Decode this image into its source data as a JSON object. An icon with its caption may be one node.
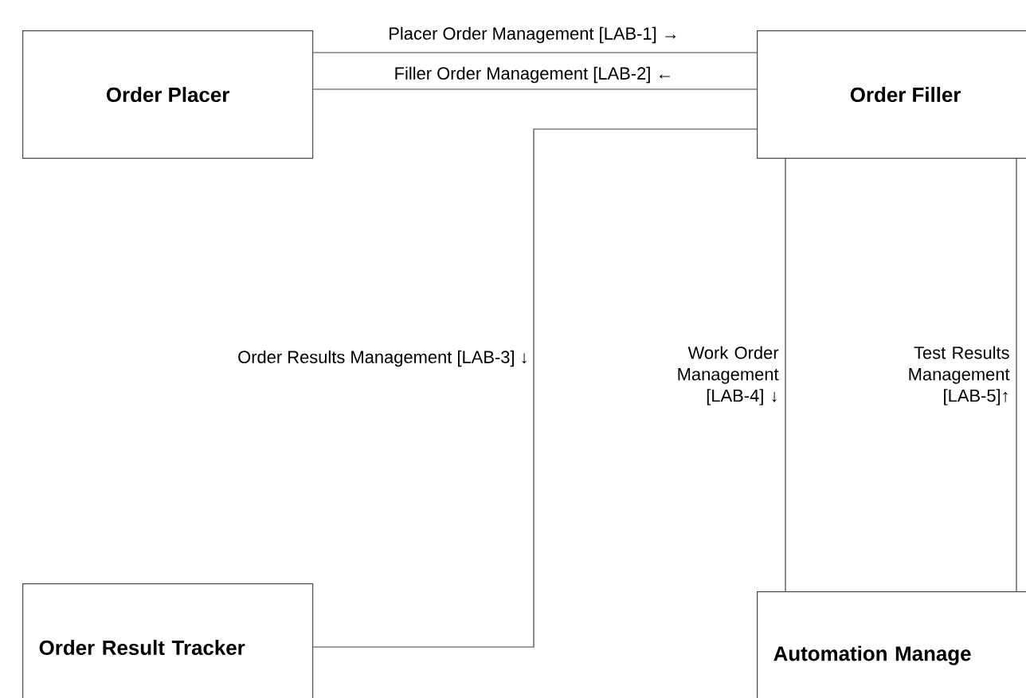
{
  "diagram": {
    "nodes": [
      {
        "text": [
          "Order Placer"
        ]
      },
      {
        "text": [
          "Order Filler"
        ]
      },
      {
        "text": [
          "Order Result Tracker"
        ]
      },
      {
        "text": [
          "Automation Manage"
        ]
      }
    ],
    "edges": [
      {
        "from": 0,
        "to": 1,
        "arrow": "none",
        "label": "Placer Order Management [LAB-1] →"
      },
      {
        "from": 1,
        "to": 0,
        "arrow": "none",
        "label": "Filler Order Management [LAB-2] ←"
      },
      {
        "from": 1,
        "to": 2,
        "arrow": "none",
        "label": "Order Results Management [LAB-3] ↓"
      },
      {
        "from": 1,
        "to": 3,
        "arrow": "none",
        "label": "Work Order Management [LAB-4] ↓"
      },
      {
        "from": 3,
        "to": 1,
        "arrow": "none",
        "label": "Test Results Management [LAB-5]↑"
      }
    ]
  }
}
